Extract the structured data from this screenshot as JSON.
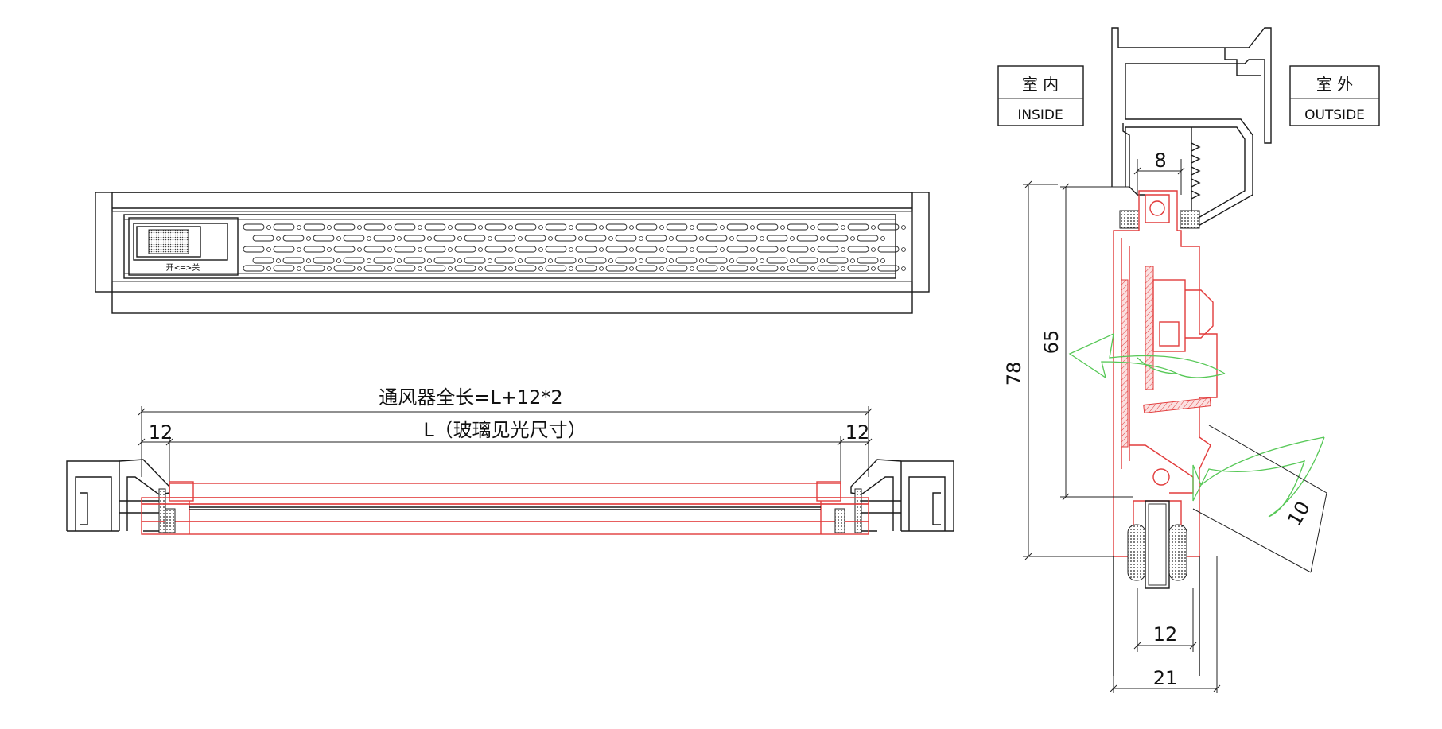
{
  "front_view": {
    "switch_label": "开<═>关"
  },
  "plan_view": {
    "overall_length_label": "通风器全长=L+12*2",
    "glass_length_label": "L（玻璃见光尺寸）",
    "left_offset": "12",
    "right_offset": "12"
  },
  "section_view": {
    "inside_cn": "室 内",
    "inside_en": "INSIDE",
    "outside_cn": "室 外",
    "outside_en": "OUTSIDE",
    "dim_top": "8",
    "dim_inner_height": "65",
    "dim_total_height": "78",
    "dim_glass": "12",
    "dim_width": "21",
    "dim_slot": "10"
  },
  "colors": {
    "line": "#1a1a1a",
    "vent_body": "#e23c3c",
    "airflow": "#57c857"
  }
}
